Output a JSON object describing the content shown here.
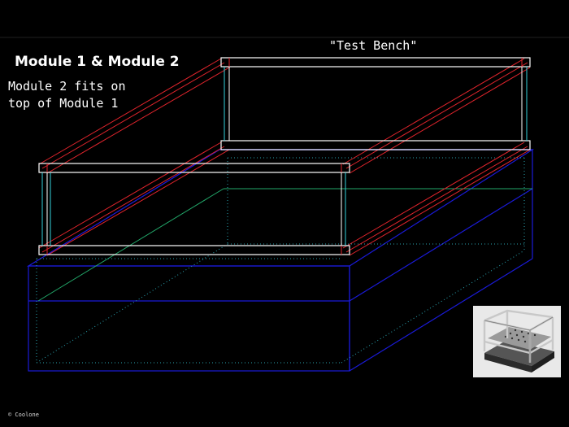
{
  "heading": "Module 1 & Module 2",
  "label": "\"Test Bench\"",
  "note_lines": [
    "Module 2 fits on",
    "top of Module 1"
  ],
  "copyright": "© Coolone",
  "colors": {
    "background": "#000000",
    "frame_white": "#ffffff",
    "frame_red": "#e0242c",
    "frame_cyan": "#35d2dd",
    "base_blue": "#1a1ad8",
    "base_green": "#22a86a",
    "dotted_cyan": "#2aa3b0"
  },
  "photo": {
    "icon": "module-frame-photo"
  }
}
